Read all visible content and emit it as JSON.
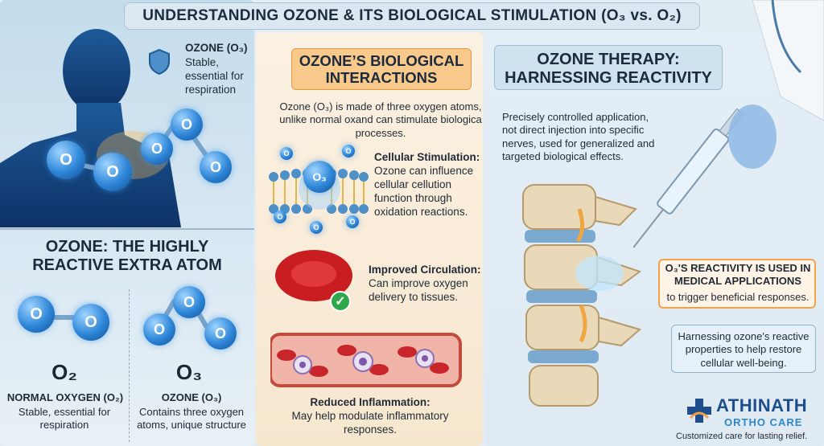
{
  "title": "UNDERSTANDING OZONE & ITS BIOLOGICAL STIMULATION (O₃ vs. O₂)",
  "left": {
    "shield_label": "OZONE (O₃)",
    "shield_text": "Stable, essential for respiration",
    "atom_symbol": "O",
    "header": "OZONE: THE HIGHLY REACTIVE EXTRA ATOM",
    "o2": {
      "formula": "O₂",
      "name": "NORMAL OXYGEN (O₂)",
      "desc": "Stable, essential for respiration"
    },
    "o3": {
      "formula": "O₃",
      "name": "OZONE (O₃)",
      "desc": "Contains three oxygen atoms, unique structure"
    }
  },
  "middle": {
    "header": "OZONE’S BIOLOGICAL INTERACTIONS",
    "intro": "Ozone (O₃) is made of three oxygen atoms, unlike normal oxand can stimulate biologica processes.",
    "membrane_molecule": "O₃",
    "membrane_small": "O",
    "items": [
      {
        "title": "Cellular Stimulation:",
        "text": "Ozone can influence cellular cellution function through oxidation reactions."
      },
      {
        "title": "Improved Circulation:",
        "text": "Can improve oxygen delivery to tissues."
      },
      {
        "title": "Reduced Inflammation:",
        "text": "May help modulate inflammatory responses."
      }
    ]
  },
  "right": {
    "header": "OZONE THERAPY: HARNESSING REACTIVITY",
    "intro": "Precisely controlled application, not direct injection into specific nerves, used for generalized and targeted biological effects.",
    "callout_bold": "O₃'S REACTIVITY IS USED IN MEDICAL APPLICATIONS",
    "callout_text": "to trigger beneficial responses.",
    "callout2": "Harnessing ozone's reactive properties to help restore cellular well-being.",
    "brand_name": "ATHINATH",
    "brand_sub": "ORTHO CARE",
    "tagline": "Customized care for lasting relief."
  },
  "colors": {
    "accent_blue": "#2e86d8",
    "orange": "#f1a24a",
    "red": "#c81e22",
    "green": "#2ea84a",
    "brand": "#1e4f8c"
  }
}
